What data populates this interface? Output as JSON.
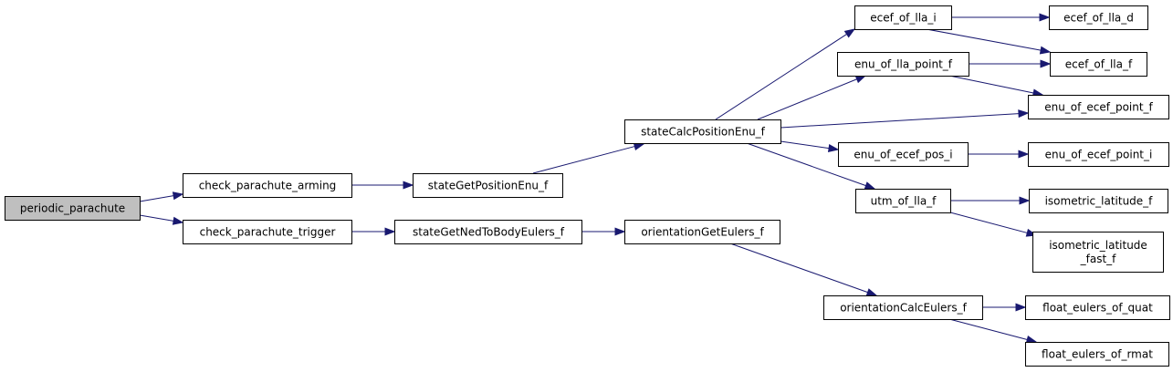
{
  "graph": {
    "colors": {
      "edge": "#191970",
      "node_border": "#000000",
      "node_fill": "#ffffff",
      "root_fill": "#bfbfbf",
      "text": "#000000"
    },
    "nodes": [
      {
        "id": "periodic_parachute",
        "lines": [
          "periodic_parachute"
        ],
        "root": true
      },
      {
        "id": "check_parachute_arming",
        "lines": [
          "check_parachute_arming"
        ]
      },
      {
        "id": "check_parachute_trigger",
        "lines": [
          "check_parachute_trigger"
        ]
      },
      {
        "id": "stateGetPositionEnu_f",
        "lines": [
          "stateGetPositionEnu_f"
        ]
      },
      {
        "id": "stateGetNedToBodyEulers_f",
        "lines": [
          "stateGetNedToBodyEulers_f"
        ]
      },
      {
        "id": "stateCalcPositionEnu_f",
        "lines": [
          "stateCalcPositionEnu_f"
        ]
      },
      {
        "id": "orientationGetEulers_f",
        "lines": [
          "orientationGetEulers_f"
        ]
      },
      {
        "id": "ecef_of_lla_i",
        "lines": [
          "ecef_of_lla_i"
        ]
      },
      {
        "id": "enu_of_lla_point_f",
        "lines": [
          "enu_of_lla_point_f"
        ]
      },
      {
        "id": "enu_of_ecef_pos_i",
        "lines": [
          "enu_of_ecef_pos_i"
        ]
      },
      {
        "id": "utm_of_lla_f",
        "lines": [
          "utm_of_lla_f"
        ]
      },
      {
        "id": "orientationCalcEulers_f",
        "lines": [
          "orientationCalcEulers_f"
        ]
      },
      {
        "id": "ecef_of_lla_d",
        "lines": [
          "ecef_of_lla_d"
        ]
      },
      {
        "id": "ecef_of_lla_f",
        "lines": [
          "ecef_of_lla_f"
        ]
      },
      {
        "id": "enu_of_ecef_point_f",
        "lines": [
          "enu_of_ecef_point_f"
        ]
      },
      {
        "id": "enu_of_ecef_point_i",
        "lines": [
          "enu_of_ecef_point_i"
        ]
      },
      {
        "id": "isometric_latitude_f",
        "lines": [
          "isometric_latitude_f"
        ]
      },
      {
        "id": "isometric_latitude_fast_f",
        "lines": [
          "isometric_latitude",
          "_fast_f"
        ]
      },
      {
        "id": "float_eulers_of_quat",
        "lines": [
          "float_eulers_of_quat"
        ]
      },
      {
        "id": "float_eulers_of_rmat",
        "lines": [
          "float_eulers_of_rmat"
        ]
      }
    ],
    "edges": [
      {
        "from": "periodic_parachute",
        "to": "check_parachute_arming"
      },
      {
        "from": "periodic_parachute",
        "to": "check_parachute_trigger"
      },
      {
        "from": "check_parachute_arming",
        "to": "stateGetPositionEnu_f"
      },
      {
        "from": "check_parachute_trigger",
        "to": "stateGetNedToBodyEulers_f"
      },
      {
        "from": "stateGetPositionEnu_f",
        "to": "stateCalcPositionEnu_f"
      },
      {
        "from": "stateGetNedToBodyEulers_f",
        "to": "orientationGetEulers_f"
      },
      {
        "from": "stateCalcPositionEnu_f",
        "to": "ecef_of_lla_i"
      },
      {
        "from": "stateCalcPositionEnu_f",
        "to": "enu_of_lla_point_f"
      },
      {
        "from": "stateCalcPositionEnu_f",
        "to": "enu_of_ecef_point_f"
      },
      {
        "from": "stateCalcPositionEnu_f",
        "to": "enu_of_ecef_pos_i"
      },
      {
        "from": "stateCalcPositionEnu_f",
        "to": "utm_of_lla_f"
      },
      {
        "from": "orientationGetEulers_f",
        "to": "orientationCalcEulers_f"
      },
      {
        "from": "ecef_of_lla_i",
        "to": "ecef_of_lla_d"
      },
      {
        "from": "ecef_of_lla_i",
        "to": "ecef_of_lla_f"
      },
      {
        "from": "enu_of_lla_point_f",
        "to": "ecef_of_lla_f"
      },
      {
        "from": "enu_of_lla_point_f",
        "to": "enu_of_ecef_point_f"
      },
      {
        "from": "enu_of_ecef_pos_i",
        "to": "enu_of_ecef_point_i"
      },
      {
        "from": "utm_of_lla_f",
        "to": "isometric_latitude_f"
      },
      {
        "from": "utm_of_lla_f",
        "to": "isometric_latitude_fast_f"
      },
      {
        "from": "orientationCalcEulers_f",
        "to": "float_eulers_of_quat"
      },
      {
        "from": "orientationCalcEulers_f",
        "to": "float_eulers_of_rmat"
      }
    ]
  }
}
